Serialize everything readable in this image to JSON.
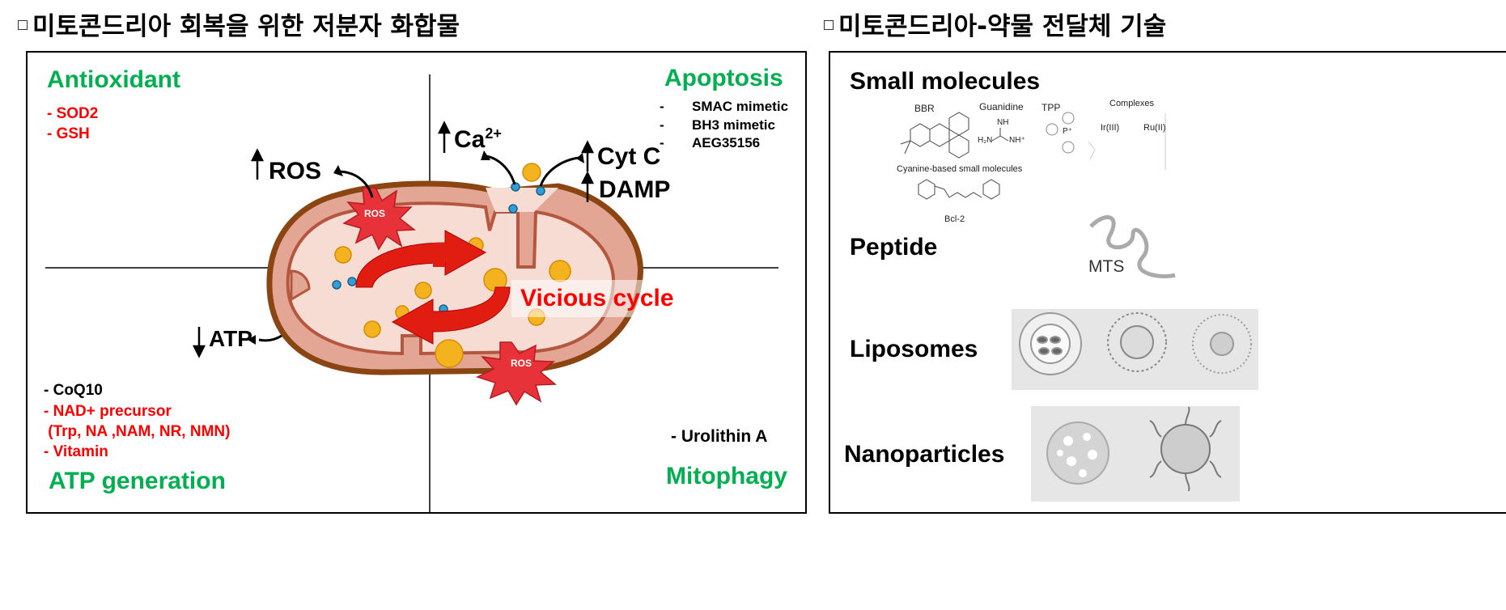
{
  "left_panel": {
    "heading": "미토콘드리아 회복을 위한 저분자 화합물",
    "antioxidant": {
      "title": "Antioxidant",
      "items": [
        "- SOD2",
        "- GSH"
      ]
    },
    "apoptosis": {
      "title": "Apoptosis",
      "items": [
        "SMAC mimetic",
        "BH3 mimetic",
        "AEG35156"
      ],
      "dash": "-"
    },
    "atp_generation": {
      "title": "ATP generation",
      "items": [
        {
          "text": "- CoQ10",
          "color": "black"
        },
        {
          "text": "- NAD+ precursor",
          "color": "red"
        },
        {
          "text": " (Trp, NA ,NAM, NR, NMN)",
          "color": "red"
        },
        {
          "text": "- Vitamin",
          "color": "red"
        }
      ]
    },
    "mitophagy": {
      "title": "Mitophagy",
      "items": [
        "- Urolithin A"
      ]
    },
    "diagram": {
      "ros_up": "ROS",
      "ca_up": "Ca",
      "ca_sup": "2+",
      "cyt_c": "Cyt C",
      "damp": "DAMP",
      "atp_down": "ATP",
      "ros_burst_1": "ROS",
      "ros_burst_2": "ROS",
      "vicious_cycle": "Vicious cycle",
      "up_arrow": "↑",
      "down_arrow": "↓"
    }
  },
  "right_panel": {
    "heading": "미토콘드리아-약물 전달체 기술",
    "small_molecules": {
      "title": "Small molecules",
      "labels": [
        "BBR",
        "Guanidine",
        "TPP",
        "Complexes",
        "Ir(III)",
        "Ru(II)",
        "Cyanine-based small molecules",
        "Bcl-2",
        "NH",
        "H₂N",
        "NH⁺",
        "P⁺"
      ]
    },
    "peptide": {
      "title": "Peptide",
      "mts": "MTS"
    },
    "liposomes": {
      "title": "Liposomes"
    },
    "nanoparticles": {
      "title": "Nanoparticles"
    }
  },
  "colors": {
    "green_title": "#00b050",
    "red_text": "#ff0000",
    "mito_outer": "#8b4513",
    "mito_fill": "#e3a594",
    "matrix_fill": "#f7dcd3",
    "orange_dot": "#f5b21f",
    "blue_dot": "#2f9fd6",
    "burst": "#e8323a",
    "cycle_arrow": "#e11d12"
  }
}
